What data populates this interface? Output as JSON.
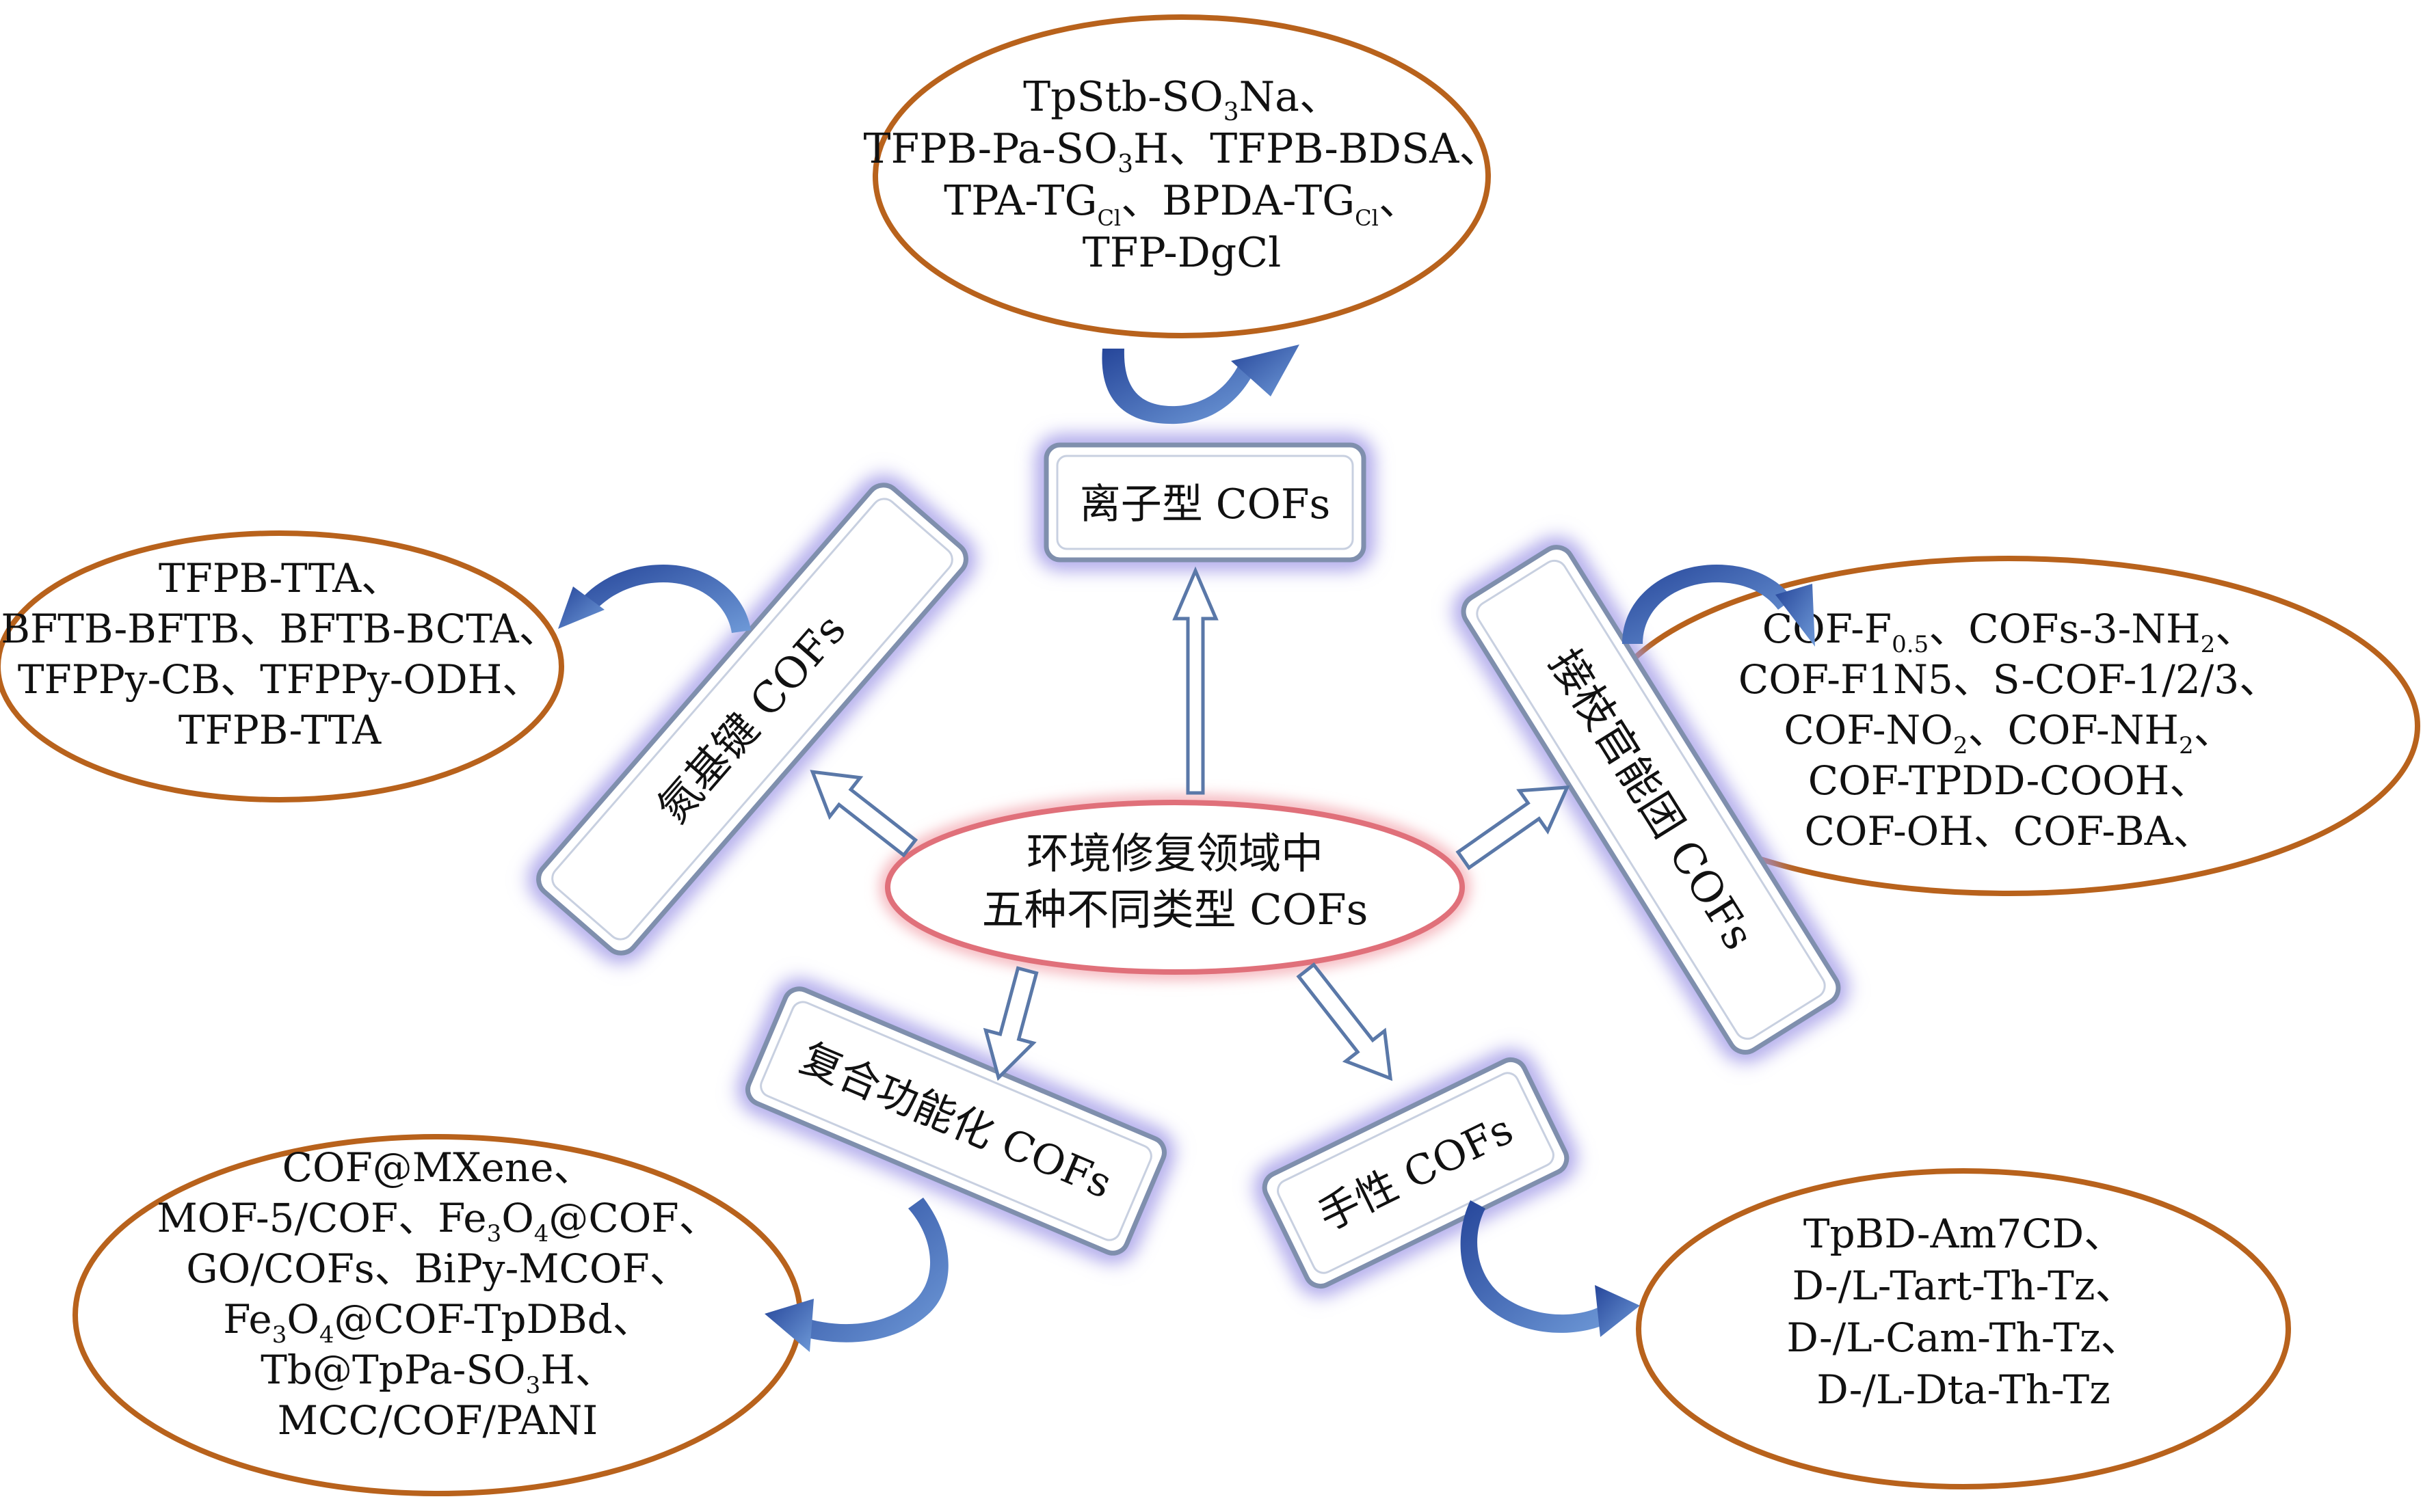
{
  "center": {
    "line1": "环境修复领域中",
    "line2": "五种不同类型 COFs"
  },
  "categories": {
    "ionic": "离子型 COFs",
    "nitrogen": "氮基键 COFs",
    "grafted": "接枝官能团 COFs",
    "composite": "复合功能化 COFs",
    "chiral": "手性 COFs"
  },
  "examples": {
    "ionic": {
      "l1": "TpStb-SO",
      "l1_sub": "3",
      "l1_end": "Na、",
      "l2": "TFPB-Pa-SO",
      "l2_sub": "3",
      "l2_end": "H、TFPB-BDSA、",
      "l3a": "TPA-TG",
      "l3a_sub": "Cl",
      "l3b": "、BPDA-TG",
      "l3b_sub": "Cl",
      "l3_end": "、",
      "l4": "TFP-DgCl"
    },
    "nitrogen": {
      "l1": "TFPB-TTA、",
      "l2": "BFTB-BFTB、BFTB-BCTA、",
      "l3": "TFPPy-CB、TFPPy-ODH、",
      "l4": "TFPB-TTA"
    },
    "grafted": {
      "l1a": "COF-F",
      "l1a_sub": "0.5",
      "l1b": "、COFs-3-NH",
      "l1b_sub": "2",
      "l1_end": "、",
      "l2": "COF-F1N5、S-COF-1/2/3、",
      "l3a": "COF-NO",
      "l3a_sub": "2",
      "l3b": "、COF-NH",
      "l3b_sub": "2",
      "l3_end": "、",
      "l4": "COF-TPDD-COOH、",
      "l5": "COF-OH、COF-BA、"
    },
    "composite": {
      "l1": "COF@MXene、",
      "l2a": "MOF-5/COF、Fe",
      "l2a_sub": "3",
      "l2b": "O",
      "l2b_sub": "4",
      "l2_end": "@COF、",
      "l3": "GO/COFs、BiPy-MCOF、",
      "l4a": "Fe",
      "l4a_sub": "3",
      "l4b": "O",
      "l4b_sub": "4",
      "l4_end": "@COF-TpDBd、",
      "l5a": "Tb@TpPa-SO",
      "l5a_sub": "3",
      "l5_end": "H、",
      "l6": "MCC/COF/PANI"
    },
    "chiral": {
      "l1": "TpBD-Am7CD、",
      "l2": "D-/L-Tart-Th-Tz、",
      "l3": "D-/L-Cam-Th-Tz、",
      "l4": "D-/L-Dta-Th-Tz"
    }
  },
  "colors": {
    "ellipse_stroke": "#b8621c",
    "center_stroke": "#e0707a",
    "box_stroke": "#7f8fad",
    "box_glow": "#9c94e6",
    "curved_arrow": "#3f66b0",
    "hollow_arrow": "#5a78a8"
  }
}
